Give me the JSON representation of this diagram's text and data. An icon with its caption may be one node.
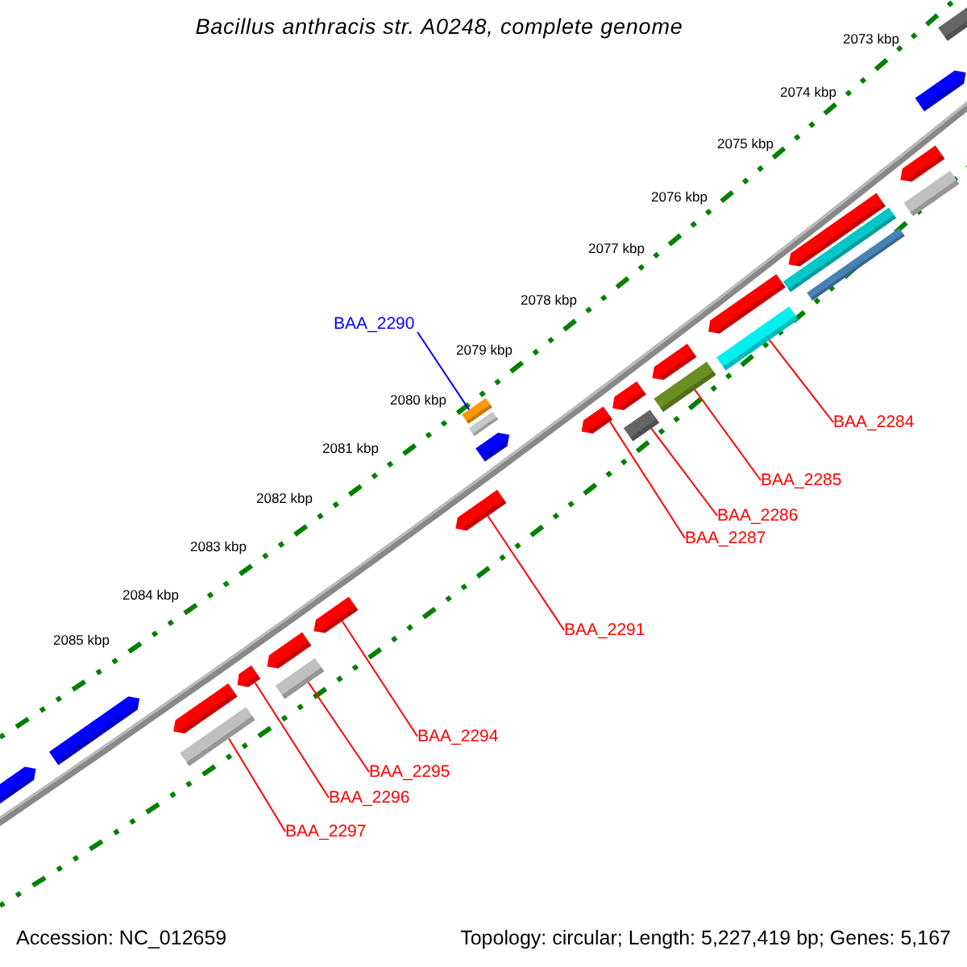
{
  "diagram": {
    "title": "Bacillus anthracis str. A0248, complete genome",
    "nodes": [
      {
        "text": [
          "BAA_2290"
        ]
      },
      {
        "text": [
          "BAA_2284"
        ]
      },
      {
        "text": [
          "BAA_2285"
        ]
      },
      {
        "text": [
          "BAA_2286"
        ]
      },
      {
        "text": [
          "BAA_2287"
        ]
      },
      {
        "text": [
          "BAA_2291"
        ]
      },
      {
        "text": [
          "BAA_2294"
        ]
      },
      {
        "text": [
          "BAA_2295"
        ]
      },
      {
        "text": [
          "BAA_2296"
        ]
      },
      {
        "text": [
          "BAA_2297"
        ]
      },
      {
        "text": [],
        "shape": "bar"
      },
      {
        "text": [],
        "shape": "bar"
      },
      {
        "text": [],
        "shape": "bar"
      },
      {
        "text": [],
        "shape": "bar"
      },
      {
        "text": [],
        "shape": "bar"
      },
      {
        "text": [],
        "shape": "bar"
      },
      {
        "text": [],
        "shape": "bar"
      },
      {
        "text": [],
        "shape": "bar"
      },
      {
        "text": [],
        "shape": "bar"
      },
      {
        "text": [],
        "shape": "bar"
      },
      {
        "text": [],
        "shape": "bar"
      },
      {
        "text": [],
        "shape": "bar"
      },
      {
        "text": [],
        "shape": "bar"
      },
      {
        "text": [],
        "shape": "bar"
      },
      {
        "text": [],
        "shape": "bar"
      },
      {
        "text": [],
        "shape": "bar"
      },
      {
        "text": [],
        "shape": "bar"
      },
      {
        "text": [],
        "shape": "bar"
      },
      {
        "text": [],
        "shape": "bar"
      },
      {
        "text": [],
        "shape": "bar"
      },
      {
        "text": [],
        "shape": "bar"
      },
      {
        "text": [],
        "shape": "bar"
      },
      {
        "text": [],
        "shape": "bar"
      },
      {
        "text": [],
        "shape": "bar"
      },
      {
        "text": [],
        "shape": "bar"
      },
      {
        "text": [],
        "shape": "bar"
      }
    ],
    "edges": [
      {
        "from": 0,
        "to": 22,
        "arrow": "none",
        "color": "#0000ff"
      },
      {
        "from": 1,
        "to": 18,
        "arrow": "none"
      },
      {
        "from": 2,
        "to": 20,
        "arrow": "none"
      },
      {
        "from": 3,
        "to": 25,
        "arrow": "none"
      },
      {
        "from": 4,
        "to": 23,
        "arrow": "none"
      },
      {
        "from": 5,
        "to": 27,
        "arrow": "none"
      },
      {
        "from": 6,
        "to": 28,
        "arrow": "none"
      },
      {
        "from": 7,
        "to": 30,
        "arrow": "none"
      },
      {
        "from": 8,
        "to": 31,
        "arrow": "none"
      },
      {
        "from": 9,
        "to": 34,
        "arrow": "none"
      }
    ],
    "labels": [
      "2073 kbp",
      "2074 kbp",
      "2075 kbp",
      "2076 kbp",
      "2077 kbp",
      "2078 kbp",
      "2079 kbp",
      "2080 kbp",
      "2081 kbp",
      "2082 kbp",
      "2083 kbp",
      "2084 kbp",
      "2085 kbp",
      "Accession: NC_012659",
      "Topology: circular; Length: 5,227,419 bp; Genes: 5,167"
    ]
  }
}
